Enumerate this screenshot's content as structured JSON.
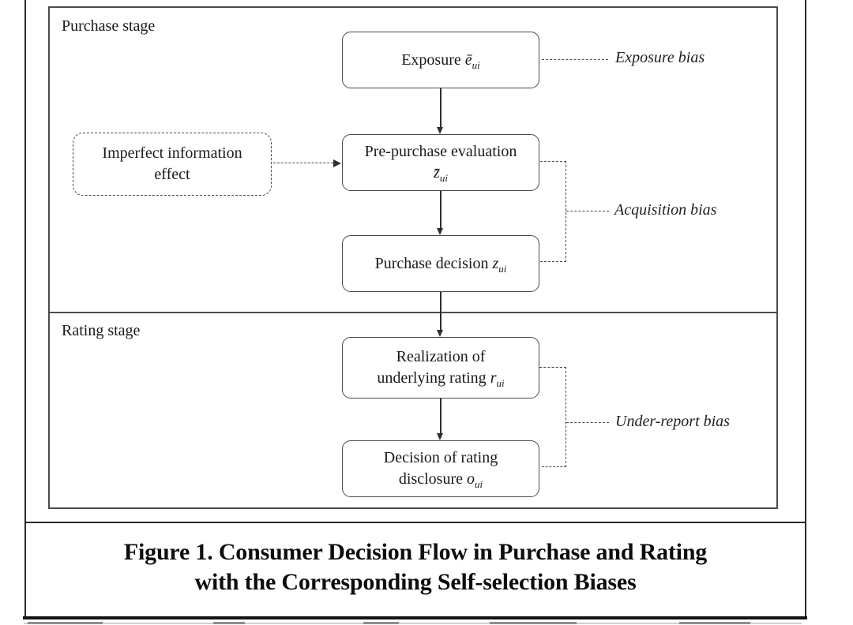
{
  "diagram": {
    "purchase_stage_label": "Purchase stage",
    "rating_stage_label": "Rating stage",
    "nodes": {
      "exposure": {
        "text": "Exposure ",
        "symbol": "ē",
        "sub": "ui"
      },
      "imperfect_information": {
        "line1": "Imperfect information",
        "line2": "effect"
      },
      "pre_purchase": {
        "line1": "Pre-purchase evaluation",
        "symbol": "z̄",
        "sub": "ui"
      },
      "purchase_decision": {
        "text": "Purchase decision ",
        "symbol": "z",
        "sub": "ui"
      },
      "realization": {
        "line1": "Realization of",
        "line2": "underlying rating ",
        "symbol": "r",
        "sub": "ui"
      },
      "disclosure": {
        "line1": "Decision of rating",
        "line2": "disclosure ",
        "symbol": "o",
        "sub": "ui"
      }
    },
    "bias_labels": {
      "exposure_bias": "Exposure bias",
      "acquisition_bias": "Acquisition bias",
      "under_report_bias": "Under-report bias"
    }
  },
  "caption": {
    "line1": "Figure 1. Consumer Decision Flow in Purchase and Rating",
    "line2": "with the Corresponding Self-selection Biases"
  },
  "colors": {
    "box_border": "#4a4a4a",
    "arrow": "#2f2f2f",
    "text": "#1a1a1a",
    "frame": "#2b2b2b"
  }
}
